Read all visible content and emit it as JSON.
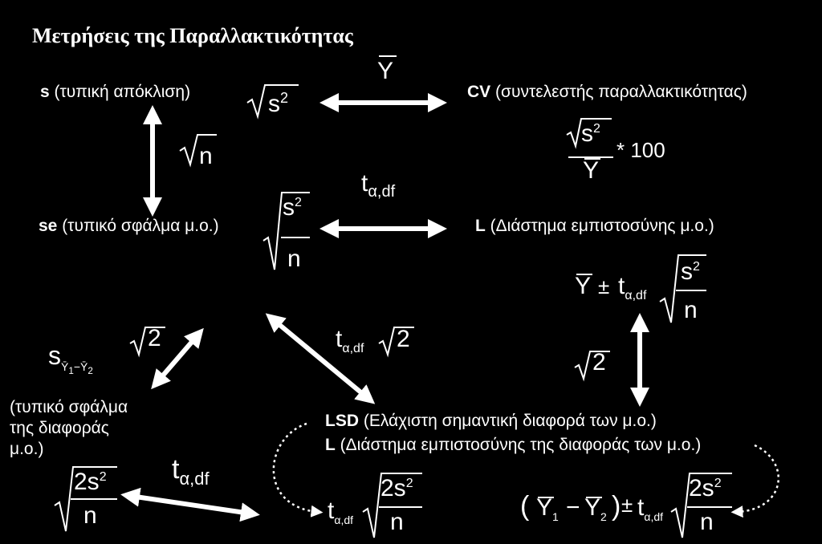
{
  "title": "Μετρήσεις της Παραλλακτικότητας",
  "nodes": {
    "s": {
      "abbr": "s",
      "desc": " (τυπική απόκλιση)"
    },
    "cv": {
      "abbr": "CV",
      "desc": " (συντελεστής παραλλακτικότητας)"
    },
    "se": {
      "abbr": "se",
      "desc": " (τυπικό σφάλμα μ.ο.)"
    },
    "l_mean": {
      "abbr": "L",
      "desc": " (Διάστημα εμπιστοσύνης μ.ο.)"
    },
    "sdiff": {
      "desc_lines": [
        "(τυπικό σφάλμα",
        "της διαφοράς",
        "μ.ο.)"
      ]
    },
    "lsd": {
      "abbr": "LSD",
      "desc": " (Ελάχιστη σημαντική διαφορά των μ.ο.)"
    },
    "l_diff": {
      "abbr": "L",
      "desc": " (Διάστημα εμπιστοσύνης της διαφοράς των μ.ο.)"
    }
  },
  "formulas": {
    "cv_times": "* 100",
    "hundred": "100",
    "two": "2",
    "n": "n",
    "two_s2": "2s",
    "s": "s",
    "Y": "Y",
    "t": "t",
    "sub_adf": "α,df",
    "pm": "±",
    "minus": "−",
    "sq": "2"
  },
  "arrow_labels": {
    "s_cv": "Y",
    "s_se": "n",
    "se_l": "t",
    "se_l_sub": "α,df",
    "l_lsd": "2",
    "sdiff_se": "2",
    "se_lsd_t": "t",
    "se_lsd_sub": "α,df",
    "se_lsd_root": "2",
    "bottom_t": "t",
    "bottom_sub": "α,df"
  }
}
